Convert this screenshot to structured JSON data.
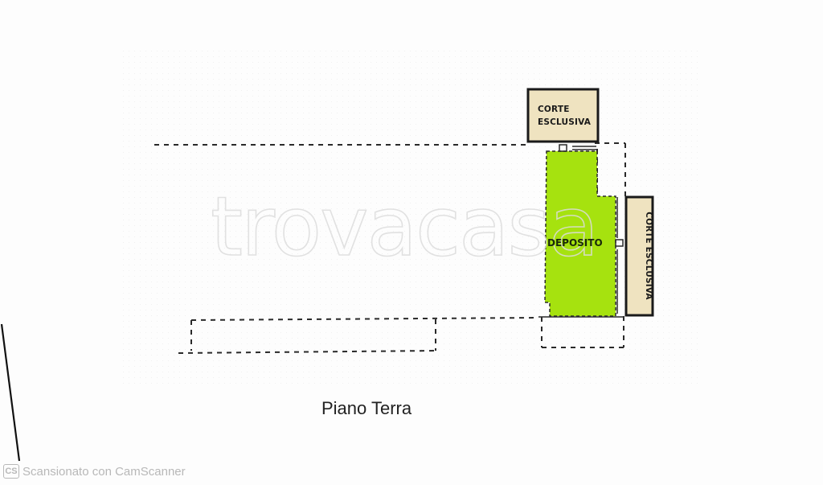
{
  "floor_plan": {
    "title": "Piano Terra",
    "rooms": [
      {
        "id": "deposito",
        "label": "DEPOSITO",
        "fill": "#a6e20f"
      },
      {
        "id": "corte_top",
        "label": "CORTE ESCLUSIVA",
        "label_lines": [
          "CORTE",
          "ESCLUSIVA"
        ],
        "fill": "#efe3c0"
      },
      {
        "id": "corte_side",
        "label": "CORTE ESCLUSIVA",
        "fill": "#efe3c0"
      }
    ],
    "colors": {
      "deposito": "#a6e20f",
      "corte": "#efe3c0",
      "outline": "#1a1a1a",
      "dashed": "#2a2a2a"
    }
  },
  "watermark": {
    "text": "trovacasa"
  },
  "footer": {
    "badge": "CS",
    "text": "Scansionato con CamScanner"
  }
}
